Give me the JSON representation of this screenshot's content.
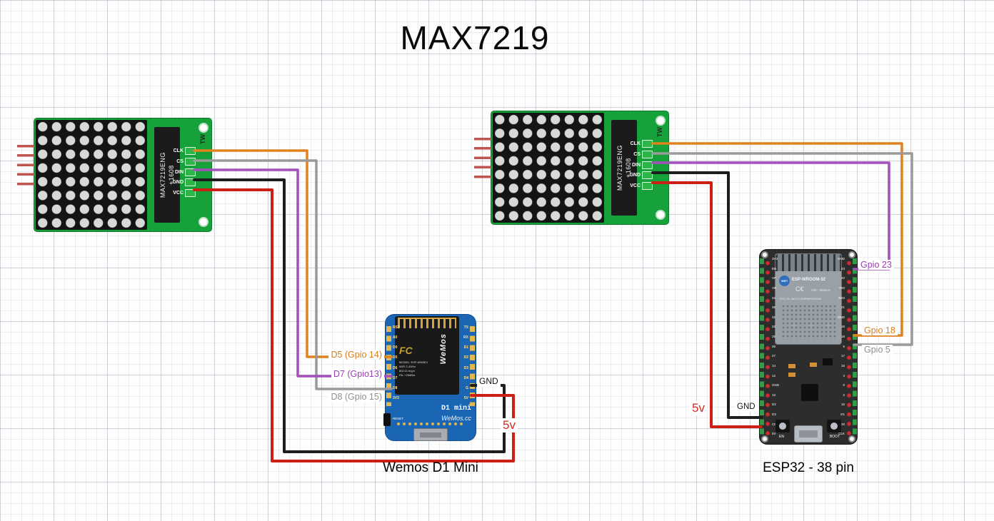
{
  "diagram": {
    "title": "MAX7219",
    "wemos_caption": "Wemos D1 Mini",
    "esp32_caption": "ESP32 - 38 pin"
  },
  "module": {
    "ic_name": "MAX7219ENG",
    "ic_code": "+1608",
    "brand": "TW",
    "pins": [
      "CLK",
      "CS",
      "DIN",
      "GND",
      "VCC"
    ]
  },
  "wemos": {
    "left_pins": [
      "RST",
      "A0",
      "D0",
      "D5",
      "D6",
      "D7",
      "D8",
      "3V3"
    ],
    "right_pins": [
      "TX",
      "RX",
      "D1",
      "D2",
      "D3",
      "D4",
      "G",
      "5V"
    ],
    "fcc": "FC",
    "brand": "WeMos",
    "model_lines": [
      "MODEL: ESP-8266EX",
      "WIFI 2.4GHz",
      "802.11 b/g/n",
      "PA: +25dBm"
    ],
    "board_name": "D1 mini",
    "site": "WeMos.cc",
    "reset": "RESET"
  },
  "esp32": {
    "left_pins": [
      "3V3",
      "EN",
      "VP",
      "VN",
      "34",
      "35",
      "32",
      "33",
      "25",
      "26",
      "27",
      "14",
      "12",
      "GND",
      "13",
      "D2",
      "D3",
      "CMD",
      "5V"
    ],
    "right_pins": [
      "GND",
      "23",
      "22",
      "TX0",
      "RX0",
      "21",
      "GND",
      "19",
      "18",
      "5",
      "17",
      "16",
      "4",
      "0",
      "2",
      "15",
      "D1",
      "D0",
      "CLK"
    ],
    "wifi": "WiFi",
    "module_name": "ESP-WROOM-32",
    "ce": "C€",
    "cert": "205 - 866519",
    "fcc": "FCC ID: 2AC7Z-ESPWROOM32",
    "en_btn": "EN",
    "boot_btn": "BOOT"
  },
  "wire_labels": {
    "d5": {
      "text": "D5 (Gpio 14)",
      "color": "#d97b1c"
    },
    "d7": {
      "text": "D7 (Gpio13)",
      "color": "#9b3fb5"
    },
    "d8": {
      "text": "D8 (Gpio 15)",
      "color": "#8f8f8f"
    },
    "wemos_gnd": {
      "text": "GND",
      "color": "#111111"
    },
    "wemos_5v": {
      "text": "5v",
      "color": "#d42a1d"
    },
    "gpio23": {
      "text": "Gpio 23",
      "color": "#9b3fb5"
    },
    "gpio18": {
      "text": "Gpio 18",
      "color": "#d97b1c"
    },
    "gpio5": {
      "text": "Gpio 5",
      "color": "#8f8f8f"
    },
    "esp_gnd": {
      "text": "GND",
      "color": "#111111"
    },
    "esp_5v": {
      "text": "5v",
      "color": "#d42a1d"
    }
  },
  "wire_colors": {
    "clk": "#e0821e",
    "cs": "#9a9a9a",
    "din": "#a44fbb",
    "gnd": "#1d1d1d",
    "vcc": "#cc2016"
  }
}
